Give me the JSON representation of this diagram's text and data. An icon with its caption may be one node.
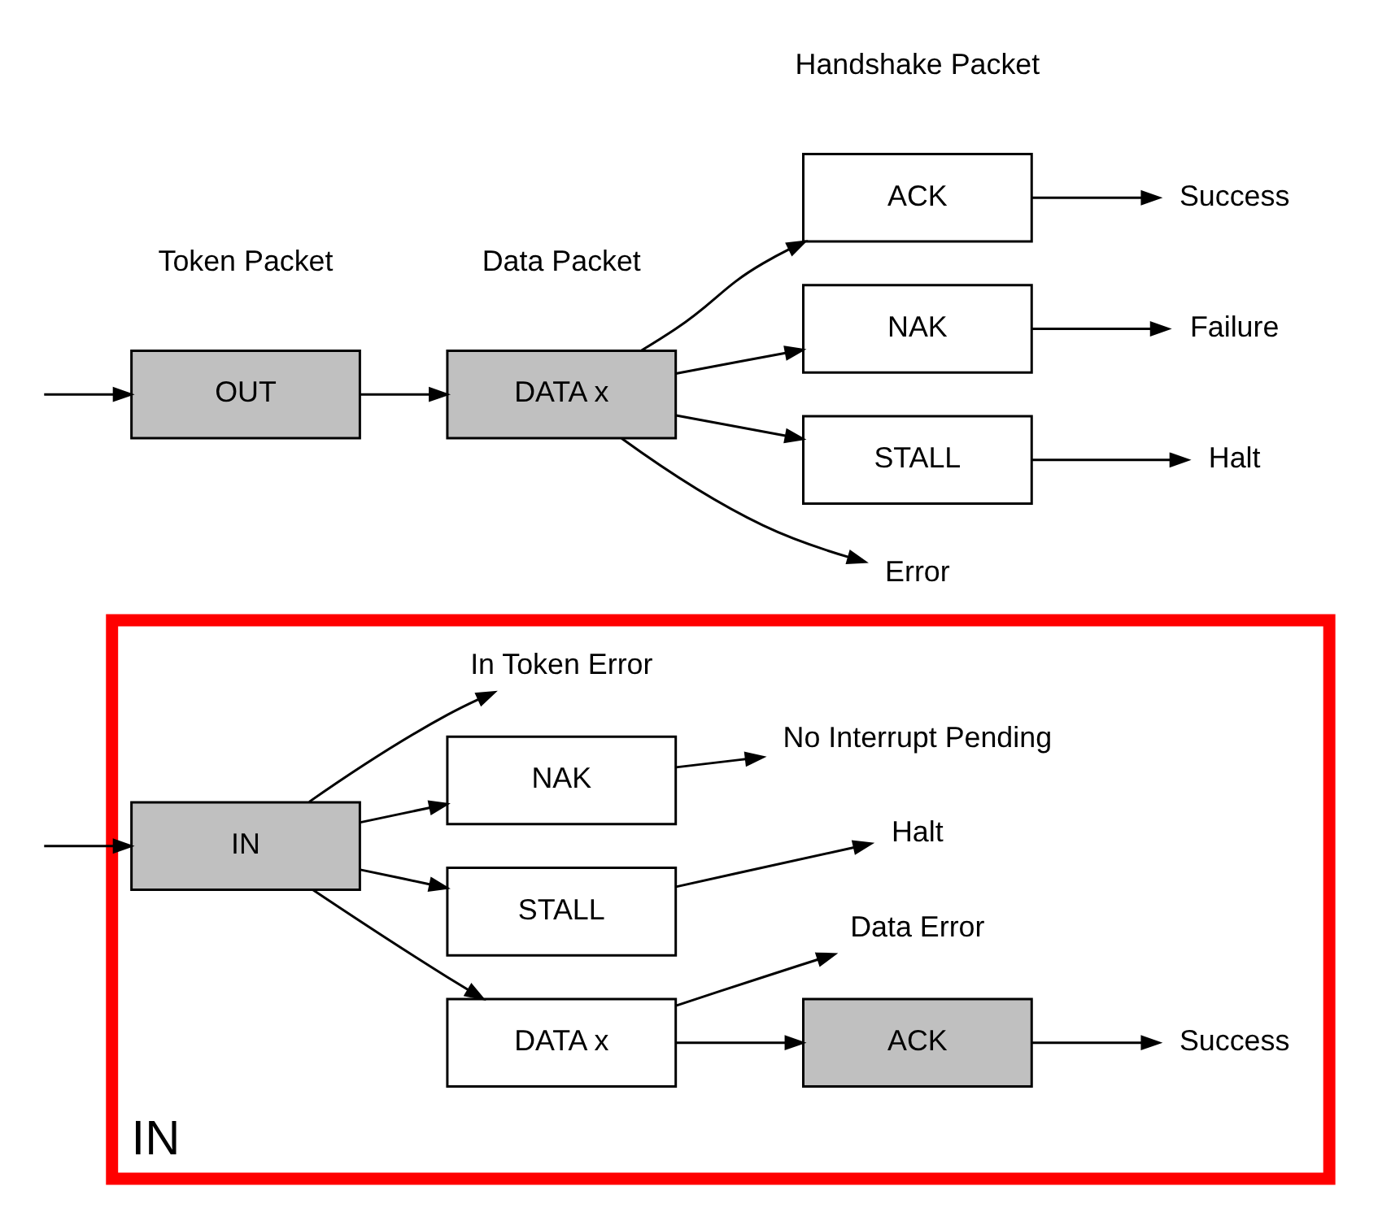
{
  "diagram": {
    "nodes": [
      {
        "text": [
          "IN"
        ]
      },
      {
        "text": [
          "IN"
        ],
        "in": 0
      },
      {
        "text": [
          "DATA x"
        ],
        "in": 0
      },
      {
        "text": [
          "STALL"
        ],
        "in": 0
      },
      {
        "text": [
          "NAK"
        ],
        "in": 0
      },
      {
        "text": [
          "ACK"
        ],
        "in": 0
      },
      {
        "text": [
          "Success"
        ],
        "in": 0
      },
      {
        "text": [
          "Data Error"
        ],
        "in": 0
      },
      {
        "text": [
          "Halt"
        ],
        "in": 0
      },
      {
        "text": [
          "No Interrupt Pending"
        ],
        "in": 0
      },
      {
        "text": [
          "In Token Error"
        ],
        "in": 0
      },
      {
        "text": [
          "OUT"
        ]
      },
      {
        "text": [
          "DATA x"
        ]
      },
      {
        "text": [
          "ACK"
        ]
      },
      {
        "text": [
          "NAK"
        ]
      },
      {
        "text": [
          "STALL"
        ]
      },
      {
        "text": [
          "Success"
        ]
      },
      {
        "text": [
          "Failure"
        ]
      },
      {
        "text": [
          "Halt"
        ]
      },
      {
        "text": [
          "Error"
        ]
      }
    ],
    "edges": [
      {
        "from": null,
        "to": 1,
        "arrow": "to"
      },
      {
        "from": 1,
        "to": 2,
        "arrow": "to"
      },
      {
        "from": 1,
        "to": 3,
        "arrow": "to"
      },
      {
        "from": 1,
        "to": 4,
        "arrow": "to"
      },
      {
        "from": 1,
        "to": 10,
        "arrow": "to"
      },
      {
        "from": 2,
        "to": 5,
        "arrow": "to"
      },
      {
        "from": 2,
        "to": 7,
        "arrow": "to"
      },
      {
        "from": 5,
        "to": 6,
        "arrow": "to"
      },
      {
        "from": 3,
        "to": 8,
        "arrow": "to"
      },
      {
        "from": 4,
        "to": 9,
        "arrow": "to"
      },
      {
        "from": null,
        "to": 11,
        "arrow": "to"
      },
      {
        "from": 11,
        "to": 12,
        "arrow": "to"
      },
      {
        "from": 12,
        "to": 13,
        "arrow": "to"
      },
      {
        "from": 12,
        "to": 14,
        "arrow": "to"
      },
      {
        "from": 12,
        "to": 15,
        "arrow": "to"
      },
      {
        "from": 12,
        "to": 19,
        "arrow": "to"
      },
      {
        "from": 13,
        "to": 16,
        "arrow": "to"
      },
      {
        "from": 14,
        "to": 17,
        "arrow": "to"
      },
      {
        "from": 15,
        "to": 18,
        "arrow": "to"
      }
    ],
    "labels": [
      "Token Packet",
      "Data Packet",
      "Handshake Packet"
    ]
  }
}
